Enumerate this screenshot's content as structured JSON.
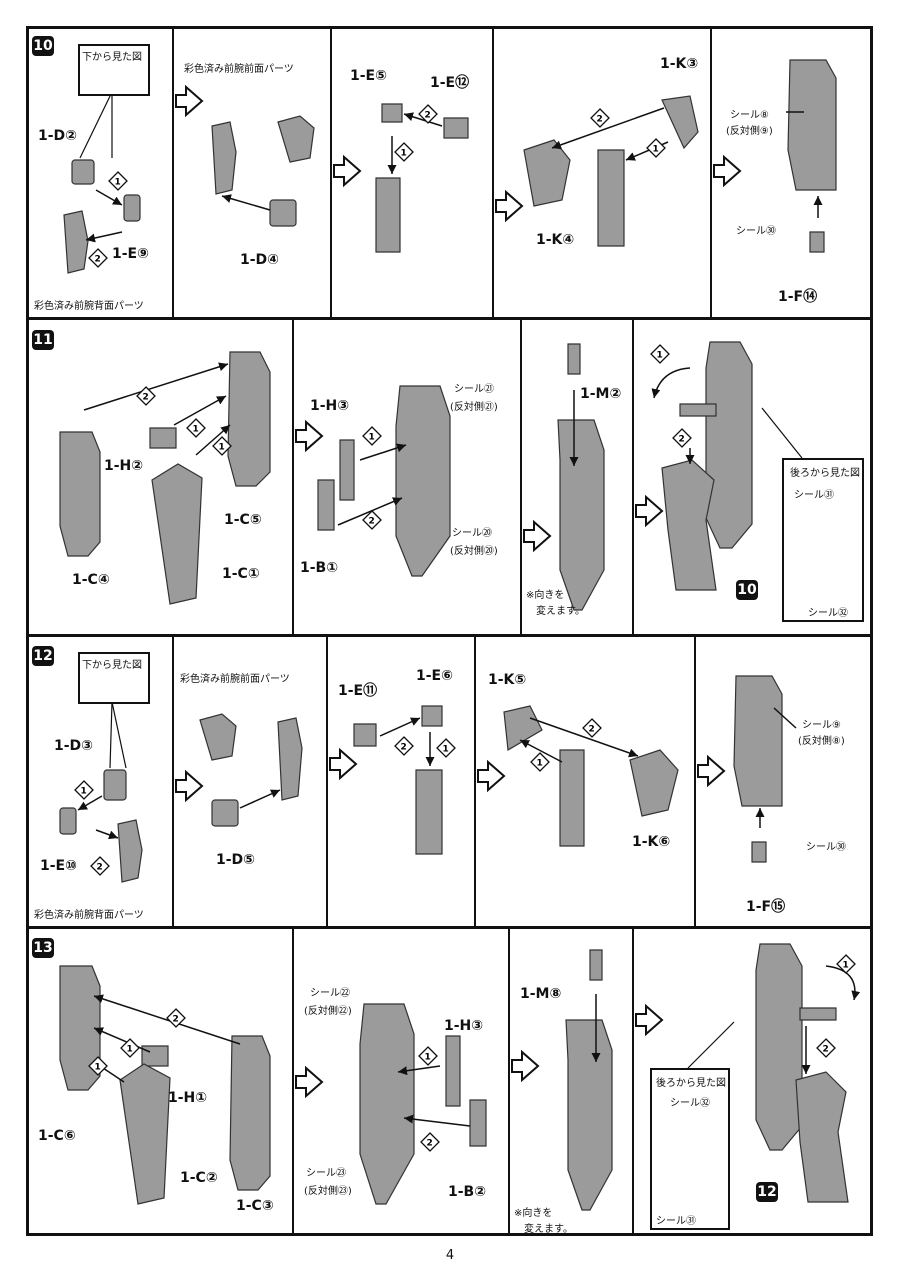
{
  "page": {
    "number": "4"
  },
  "steps": [
    {
      "badge": "10",
      "labels": {
        "d2": "1-D②",
        "e9": "1-E⑨",
        "d4": "1-D④",
        "e5": "1-E⑤",
        "e12": "1-E⑫",
        "k3": "1-K③",
        "k4": "1-K④",
        "f14": "1-F⑭"
      },
      "notes": {
        "bottom_view": "下から見た図",
        "painted_back": "彩色済み前腕背面パーツ",
        "painted_front": "彩色済み前腕前面パーツ",
        "seal8": "シール⑧",
        "seal8_rev": "(反対側⑨)",
        "seal30": "シール㉚"
      }
    },
    {
      "badge": "11",
      "labels": {
        "h2": "1-H②",
        "c5": "1-C⑤",
        "c4": "1-C④",
        "c1": "1-C①",
        "h3": "1-H③",
        "b1": "1-B①",
        "m2": "1-M②",
        "ref10": "10"
      },
      "notes": {
        "seal21": "シール㉑",
        "seal21_rev": "(反対側㉑)",
        "seal20": "シール⑳",
        "seal20_rev": "(反対側⑳)",
        "orient1": "※向きを",
        "orient2": "変えます。",
        "back_view": "後ろから見た図",
        "seal31": "シール㉛",
        "seal32": "シール㉜"
      }
    },
    {
      "badge": "12",
      "labels": {
        "d3": "1-D③",
        "e10": "1-E⑩",
        "d5": "1-D⑤",
        "e11": "1-E⑪",
        "e6": "1-E⑥",
        "k5": "1-K⑤",
        "k6": "1-K⑥",
        "f15": "1-F⑮"
      },
      "notes": {
        "bottom_view": "下から見た図",
        "painted_back": "彩色済み前腕背面パーツ",
        "painted_front": "彩色済み前腕前面パーツ",
        "seal9": "シール⑨",
        "seal9_rev": "(反対側⑧)",
        "seal30": "シール㉚"
      }
    },
    {
      "badge": "13",
      "labels": {
        "c6": "1-C⑥",
        "h1": "1-H①",
        "c2": "1-C②",
        "c3": "1-C③",
        "h3": "1-H③",
        "b2": "1-B②",
        "m8": "1-M⑧",
        "ref12": "12"
      },
      "notes": {
        "seal22": "シール㉒",
        "seal22_rev": "(反対側㉒)",
        "seal23": "シール㉓",
        "seal23_rev": "(反対側㉓)",
        "orient1": "※向きを",
        "orient2": "変えます。",
        "back_view": "後ろから見た図",
        "seal32": "シール㉜",
        "seal31": "シール㉛"
      }
    }
  ],
  "order_marks": [
    "①",
    "②"
  ]
}
